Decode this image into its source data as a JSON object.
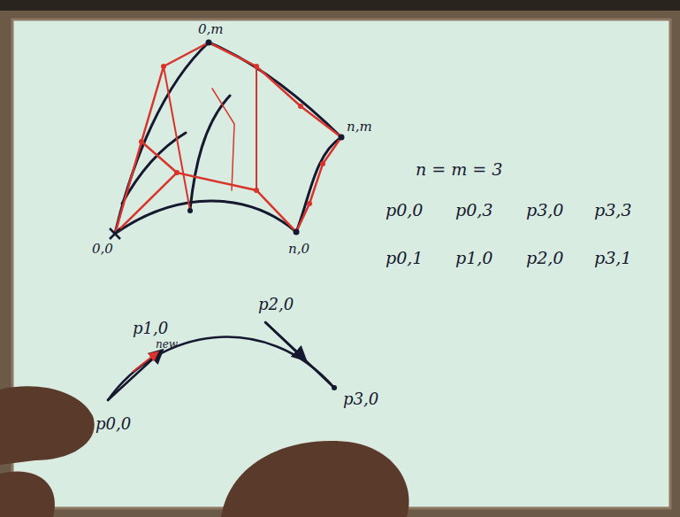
{
  "diagram": {
    "labels": [
      "0,m",
      "n,m",
      "n = m = 3",
      "0,0",
      "n,0",
      "p0,0",
      "p0,3",
      "p3,0",
      "p3,3",
      "p0,1",
      "p1,0",
      "p2,0",
      "p3,1",
      "p1,0",
      "new",
      "p2,0",
      "p3,0",
      "p0,0"
    ]
  }
}
